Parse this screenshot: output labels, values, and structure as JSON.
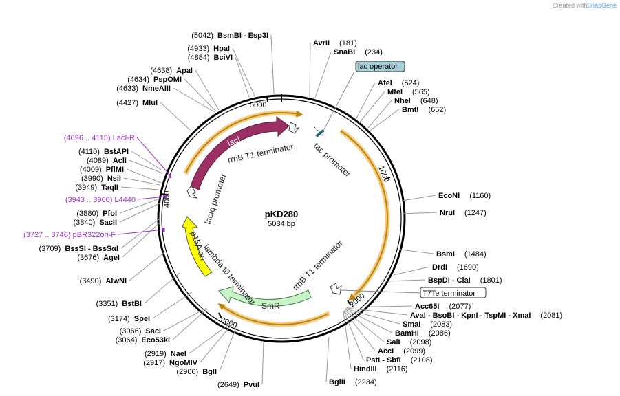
{
  "plasmid": {
    "name": "pKD280",
    "length_label": "5084 bp"
  },
  "credit": {
    "text": "Created with",
    "brand": "SnapGene"
  },
  "ticks": [
    "1000",
    "2000",
    "3000",
    "4000",
    "5000"
  ],
  "sites": [
    {
      "pos": "(5042)",
      "names": [
        "BsmBI",
        "Esp3I"
      ]
    },
    {
      "pos": "(4933)",
      "names": [
        "HpaI"
      ]
    },
    {
      "pos": "(4884)",
      "names": [
        "BciVI"
      ]
    },
    {
      "pos": "(4638)",
      "names": [
        "ApaI"
      ]
    },
    {
      "pos": "(4634)",
      "names": [
        "PspOMI"
      ]
    },
    {
      "pos": "(4633)",
      "names": [
        "NmeAIII"
      ]
    },
    {
      "pos": "(4427)",
      "names": [
        "MluI"
      ]
    },
    {
      "pos": "(4110)",
      "names": [
        "BstAPI"
      ]
    },
    {
      "pos": "(4089)",
      "names": [
        "AclI"
      ]
    },
    {
      "pos": "(4009)",
      "names": [
        "PflMI"
      ]
    },
    {
      "pos": "(3990)",
      "names": [
        "NsiI"
      ]
    },
    {
      "pos": "(3949)",
      "names": [
        "TaqII"
      ]
    },
    {
      "pos": "(3880)",
      "names": [
        "PfoI"
      ]
    },
    {
      "pos": "(3840)",
      "names": [
        "SacII"
      ]
    },
    {
      "pos": "(3709)",
      "names": [
        "BssSI",
        "BssSαI"
      ]
    },
    {
      "pos": "(3676)",
      "names": [
        "AgeI"
      ]
    },
    {
      "pos": "(3490)",
      "names": [
        "AlwNI"
      ]
    },
    {
      "pos": "(3351)",
      "names": [
        "BstBI"
      ]
    },
    {
      "pos": "(3174)",
      "names": [
        "SpeI"
      ]
    },
    {
      "pos": "(3066)",
      "names": [
        "SacI"
      ]
    },
    {
      "pos": "(3064)",
      "names": [
        "Eco53kI"
      ]
    },
    {
      "pos": "(2919)",
      "names": [
        "NaeI"
      ]
    },
    {
      "pos": "(2917)",
      "names": [
        "NgoMIV"
      ]
    },
    {
      "pos": "(2900)",
      "names": [
        "BglI"
      ]
    },
    {
      "pos": "(2649)",
      "names": [
        "PvuI"
      ]
    },
    {
      "pos": "(181)",
      "names": [
        "AvrII"
      ]
    },
    {
      "pos": "(234)",
      "names": [
        "SnaBI"
      ]
    },
    {
      "pos": "(524)",
      "names": [
        "AfeI"
      ]
    },
    {
      "pos": "(565)",
      "names": [
        "MfeI"
      ]
    },
    {
      "pos": "(648)",
      "names": [
        "NheI"
      ]
    },
    {
      "pos": "(652)",
      "names": [
        "BmtI"
      ]
    },
    {
      "pos": "(1160)",
      "names": [
        "EcoNI"
      ]
    },
    {
      "pos": "(1247)",
      "names": [
        "NruI"
      ]
    },
    {
      "pos": "(1484)",
      "names": [
        "BsmI"
      ]
    },
    {
      "pos": "(1690)",
      "names": [
        "DrdI"
      ]
    },
    {
      "pos": "(1801)",
      "names": [
        "BspDI",
        "ClaI"
      ]
    },
    {
      "pos": "(2077)",
      "names": [
        "Acc65I"
      ]
    },
    {
      "pos": "(2081)",
      "names": [
        "AvaI",
        "BsoBI",
        "KpnI",
        "TspMI",
        "XmaI"
      ]
    },
    {
      "pos": "(2083)",
      "names": [
        "SmaI"
      ]
    },
    {
      "pos": "(2086)",
      "names": [
        "BamHI"
      ]
    },
    {
      "pos": "(2098)",
      "names": [
        "SalI"
      ]
    },
    {
      "pos": "(2099)",
      "names": [
        "AccI"
      ]
    },
    {
      "pos": "(2108)",
      "names": [
        "PstI",
        "SbfI"
      ]
    },
    {
      "pos": "(2116)",
      "names": [
        "HindIII"
      ]
    },
    {
      "pos": "(2234)",
      "names": [
        "BglII"
      ]
    }
  ],
  "primers": [
    {
      "text": "(4096 .. 4115)  LacI-R"
    },
    {
      "text": "(3943 .. 3960)  L4440"
    },
    {
      "text": "(3727 .. 3746)  pBR322ori-F"
    }
  ],
  "boxed_features": [
    "lac operator",
    "T7Te terminator"
  ],
  "features": [
    "lacI",
    "rrnB T1 terminator",
    "tac promoter",
    "lacIq promoter",
    "p15A ori",
    "lambda t0 terminator",
    "SmR",
    "rrnB T1 terminator"
  ],
  "colors": {
    "lacI": "#9b2f63",
    "p15A_ori": "#ffff00",
    "SmR": "#c8f5c8",
    "orange_band": "#f5b041",
    "orange_arrow": "#b8860b",
    "primer": "#9b30c8",
    "lac_operator": "#a8d0d8"
  }
}
